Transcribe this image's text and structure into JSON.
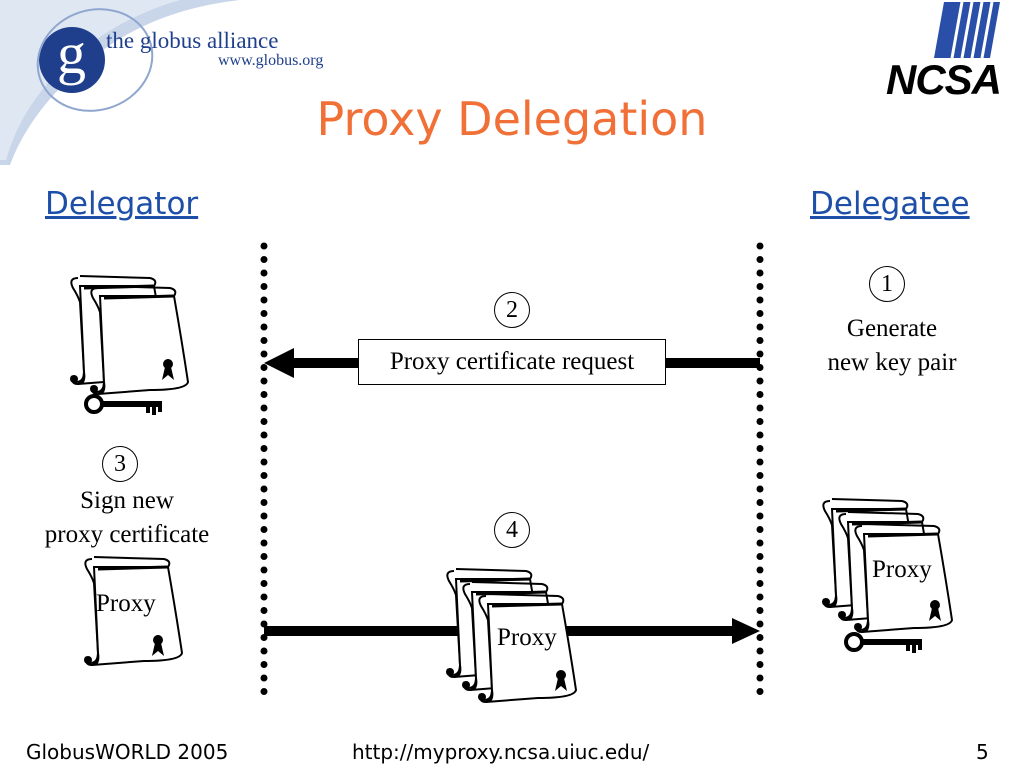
{
  "logo": {
    "globus_name": "the globus alliance",
    "globus_url": "www.globus.org",
    "globus_letter": "g",
    "ncsa": "NCSA"
  },
  "title": "Proxy Delegation",
  "roles": {
    "left": "Delegator",
    "right": "Delegatee"
  },
  "steps": [
    {
      "number": "1",
      "caption_line1": "Generate",
      "caption_line2": "new key pair"
    },
    {
      "number": "2",
      "caption_line1": "Proxy certificate request"
    },
    {
      "number": "3",
      "caption_line1": "Sign new",
      "caption_line2": "proxy certificate"
    },
    {
      "number": "4",
      "caption_line1": "Proxy"
    }
  ],
  "proxy_labels": {
    "delegator": "Proxy",
    "delegatee": "Proxy",
    "transfer": "Proxy"
  },
  "footer": {
    "left": "GlobusWORLD 2005",
    "center": "http://myproxy.ncsa.uiuc.edu/",
    "page": "5"
  },
  "colors": {
    "title": "#f07038",
    "role_link": "#1e4fa8",
    "logo_blue": "#1f3f8c"
  },
  "icons": [
    "scroll-certificate-icon",
    "key-icon",
    "arrow-left-icon",
    "arrow-right-icon"
  ]
}
